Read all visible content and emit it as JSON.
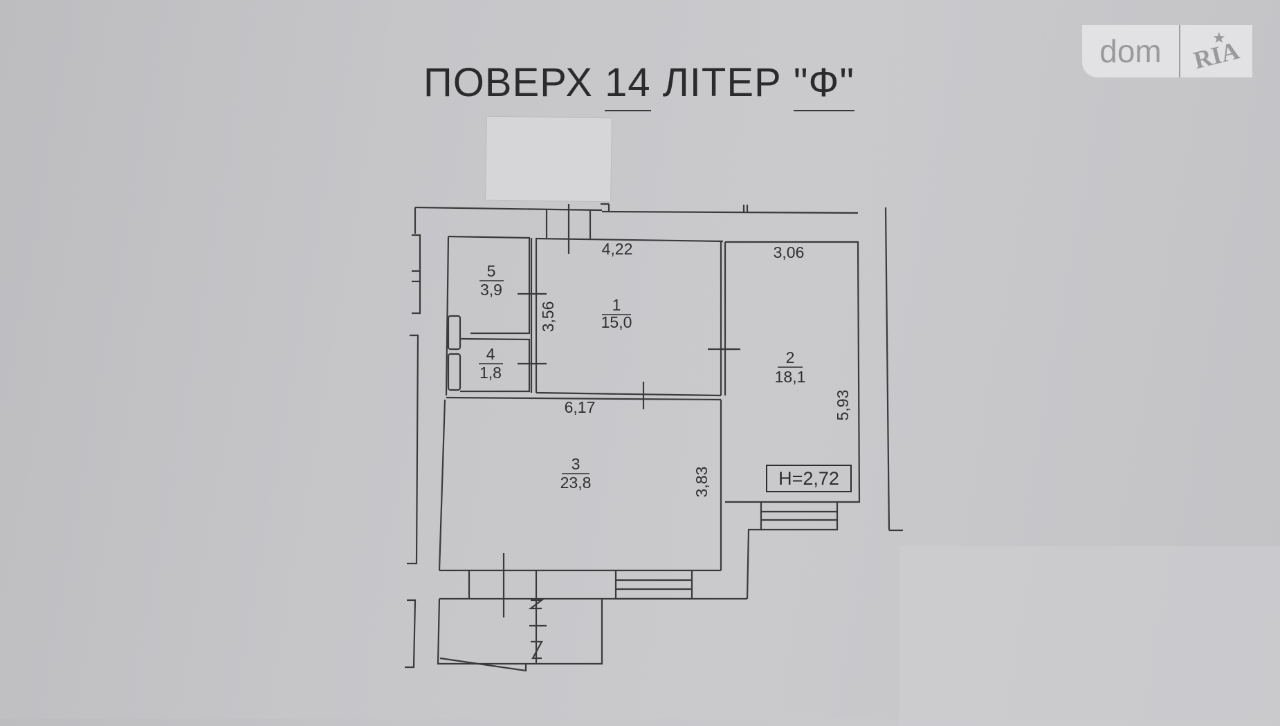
{
  "title": {
    "prefix": "ПОВЕРХ",
    "floor": "14",
    "middle": "ЛІТЕР",
    "letter": "\"Ф\""
  },
  "logo": {
    "left": "dom",
    "right": "RIA",
    "star": "★"
  },
  "rooms": [
    {
      "number": "1",
      "area": "15,0"
    },
    {
      "number": "2",
      "area": "18,1"
    },
    {
      "number": "3",
      "area": "23,8"
    },
    {
      "number": "4",
      "area": "1,8"
    },
    {
      "number": "5",
      "area": "3,9"
    }
  ],
  "dimensions": {
    "room1_width": "4,22",
    "room1_height": "3,56",
    "room2_width": "3,06",
    "room2_height": "5,93",
    "room3_width": "6,17",
    "room3_height": "3,83"
  },
  "ceiling_height": "H=2,72"
}
